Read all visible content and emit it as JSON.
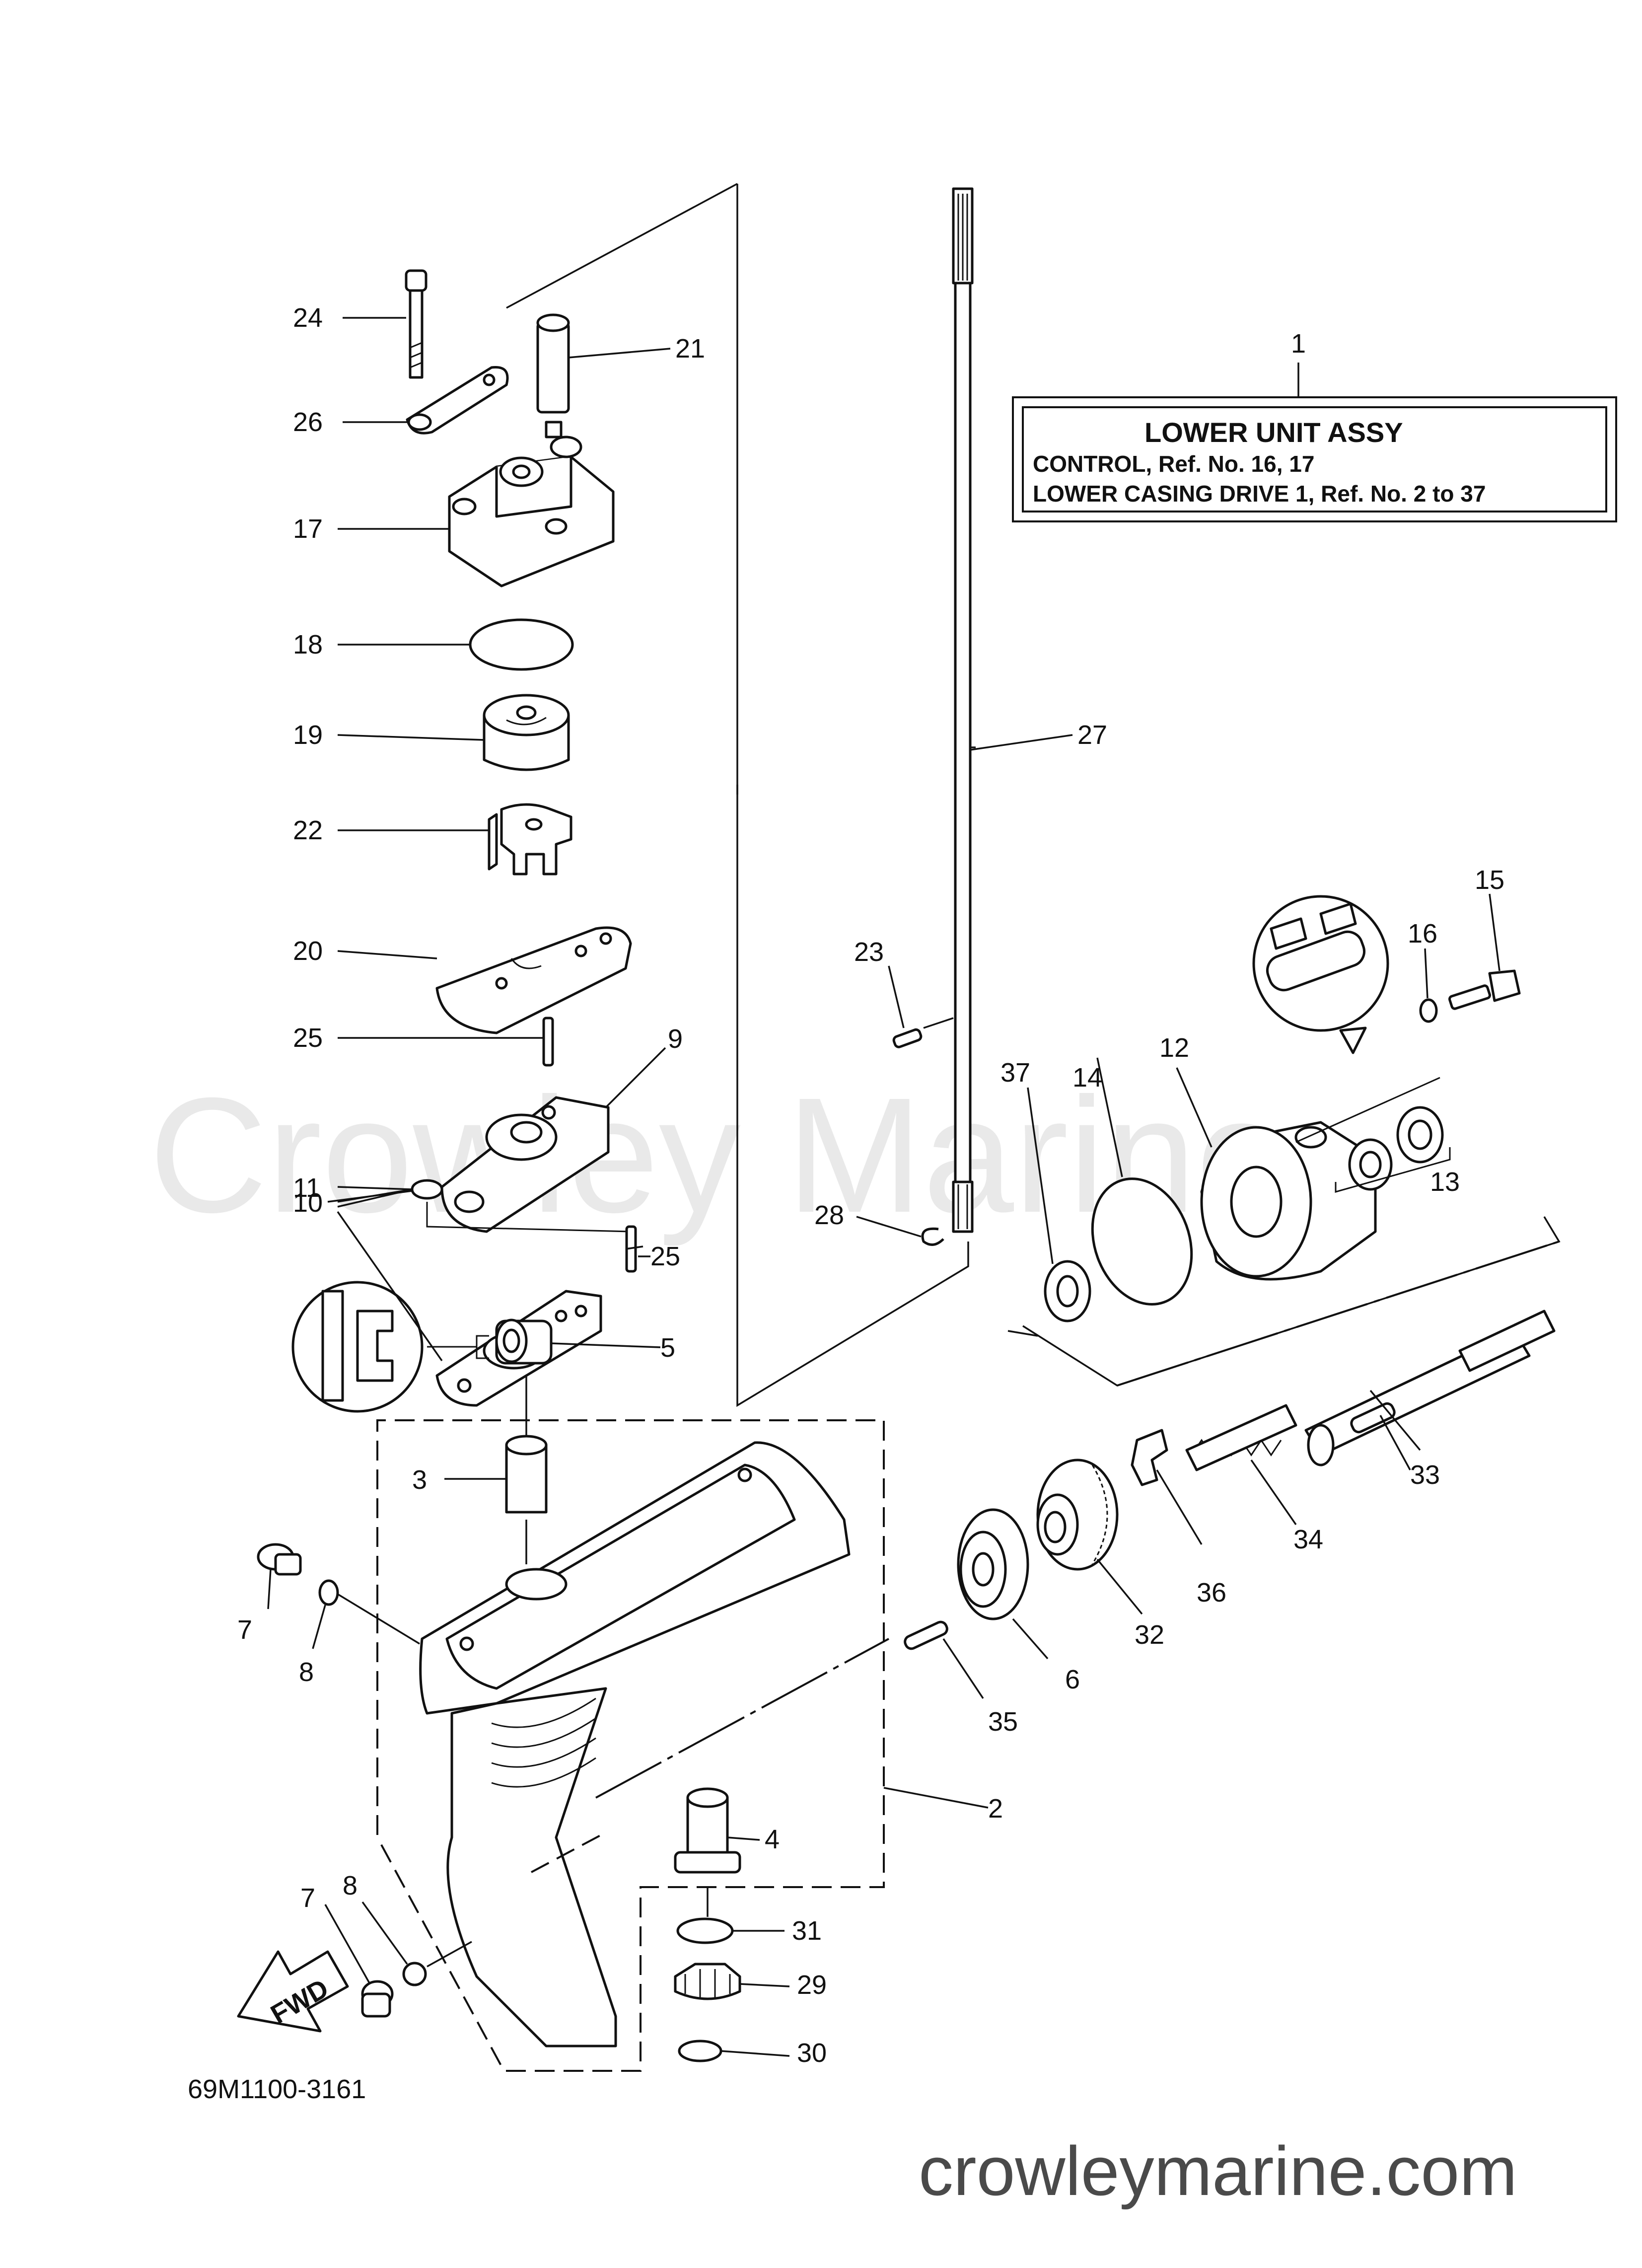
{
  "title_box": {
    "ref": "1",
    "line1": "LOWER UNIT ASSY",
    "line2": "CONTROL,  Ref. No. 16, 17",
    "line3": "LOWER CASING DRIVE 1,  Ref. No. 2 to 37"
  },
  "diagram_code": "69M1100-3161",
  "fwd_label": "FWD",
  "watermark": "Crowley Marine",
  "website": "crowleymarine.com",
  "callouts": [
    "2",
    "3",
    "4",
    "5",
    "6",
    "7",
    "8",
    "9",
    "10",
    "11",
    "12",
    "13",
    "14",
    "15",
    "16",
    "17",
    "18",
    "19",
    "20",
    "21",
    "22",
    "23",
    "24",
    "25",
    "26",
    "27",
    "28",
    "29",
    "30",
    "31",
    "32",
    "33",
    "34",
    "35",
    "36",
    "37"
  ],
  "callouts_extra": [
    "7",
    "8",
    "25"
  ]
}
